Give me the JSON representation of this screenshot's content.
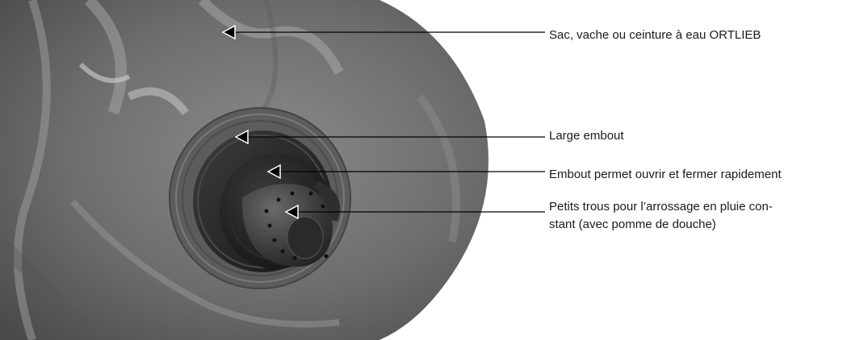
{
  "labels": {
    "bag": "Sac, vache ou ceinture à eau ORTLIEB",
    "large_nozzle": "Large embout",
    "quick_nozzle": "Embout permet ouvrir et fermer rapidement",
    "shower_holes_line1": "Petits trous pour l’arrossage en pluie con-",
    "shower_holes_line2": "stant (avec pomme de douche)"
  },
  "colors": {
    "background": "#ffffff",
    "text": "#1a1a1a",
    "leader_line": "#000000",
    "bag_fabric": "#707070",
    "cap_dark": "#1e1e1e"
  },
  "icons": [
    "arrow-head-icon"
  ]
}
